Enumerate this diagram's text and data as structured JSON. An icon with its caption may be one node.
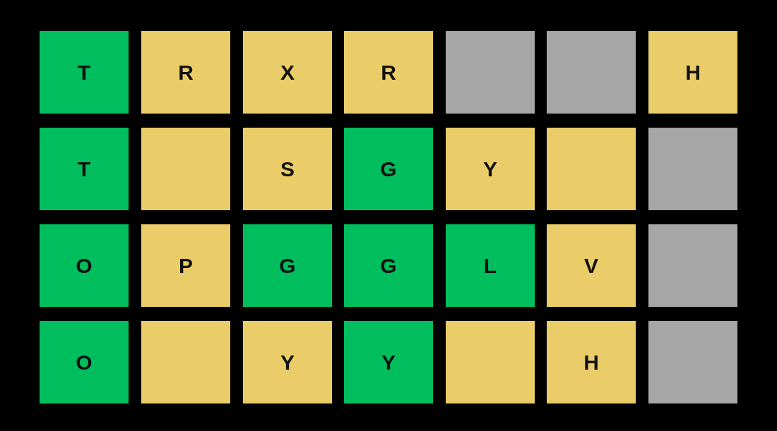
{
  "diagram": {
    "nodes": [
      {
        "text": [
          "T"
        ]
      },
      {
        "text": [
          "R"
        ]
      },
      {
        "text": [
          "X"
        ]
      },
      {
        "text": [
          "R"
        ]
      },
      {
        "text": [],
        "shape": "box"
      },
      {
        "text": [],
        "shape": "box"
      },
      {
        "text": [
          "H"
        ]
      },
      {
        "text": [
          "T"
        ]
      },
      {
        "text": [],
        "shape": "box"
      },
      {
        "text": [
          "S"
        ]
      },
      {
        "text": [
          "G"
        ]
      },
      {
        "text": [
          "Y"
        ]
      },
      {
        "text": [],
        "shape": "box"
      },
      {
        "text": [],
        "shape": "box"
      },
      {
        "text": [
          "O"
        ]
      },
      {
        "text": [
          "P"
        ]
      },
      {
        "text": [
          "G"
        ]
      },
      {
        "text": [
          "G"
        ]
      },
      {
        "text": [
          "L"
        ]
      },
      {
        "text": [
          "V"
        ]
      },
      {
        "text": [],
        "shape": "box"
      },
      {
        "text": [
          "O"
        ]
      },
      {
        "text": [],
        "shape": "box"
      },
      {
        "text": [
          "Y"
        ]
      },
      {
        "text": [
          "Y"
        ]
      },
      {
        "text": [],
        "shape": "box"
      },
      {
        "text": [
          "H"
        ]
      },
      {
        "text": [],
        "shape": "box"
      }
    ]
  }
}
